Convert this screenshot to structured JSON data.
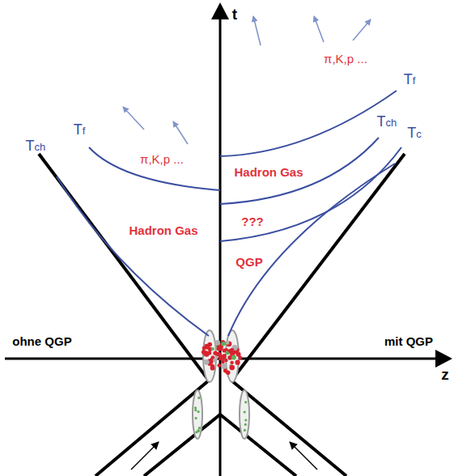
{
  "diagram": {
    "labels": [
      "t",
      "Tf",
      "π,K,p ...",
      "Tch",
      "Hadron Gas",
      "Tf",
      "π,K,p ...",
      "Hadron Gas",
      "Tch",
      "Tc",
      "???",
      "QGP",
      "ohne QGP",
      "mit QGP",
      "z"
    ]
  }
}
